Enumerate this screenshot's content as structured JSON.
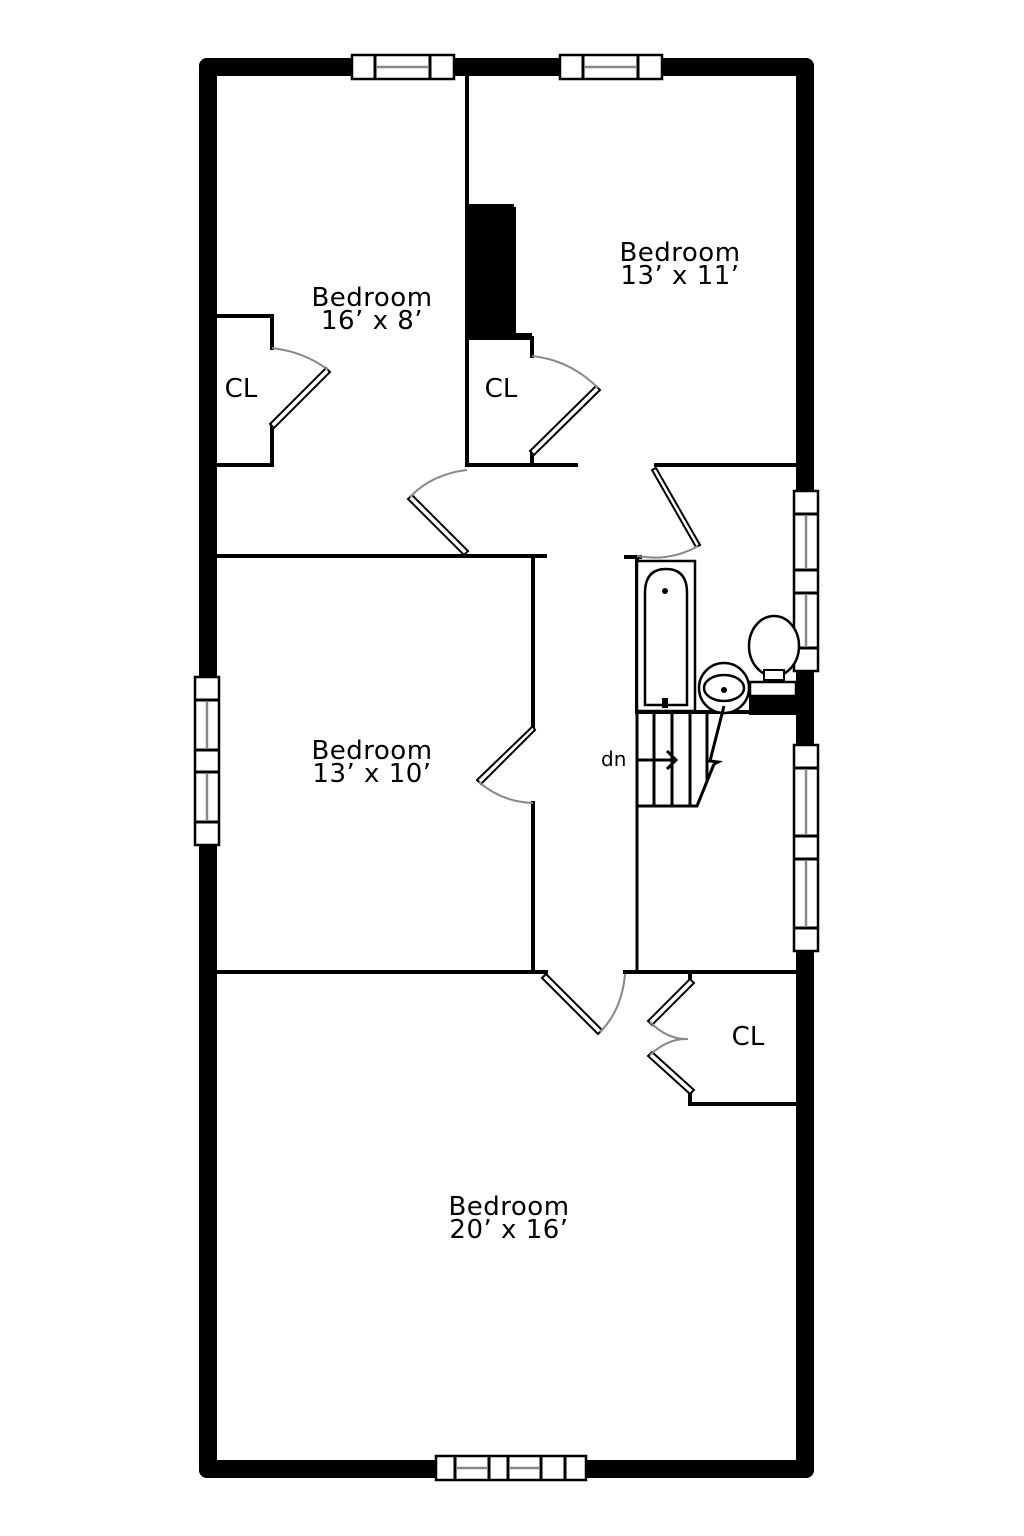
{
  "floor_plan": {
    "rooms": [
      {
        "id": "bedroom-1",
        "name": "Bedroom",
        "dimensions": "16’ x 8’"
      },
      {
        "id": "bedroom-2",
        "name": "Bedroom",
        "dimensions": "13’ x 11’"
      },
      {
        "id": "bedroom-3",
        "name": "Bedroom",
        "dimensions": "13’ x 10’"
      },
      {
        "id": "bedroom-4",
        "name": "Bedroom",
        "dimensions": "20’ x 16’"
      }
    ],
    "closets": [
      {
        "id": "closet-1",
        "label": "CL"
      },
      {
        "id": "closet-2",
        "label": "CL"
      },
      {
        "id": "closet-3",
        "label": "CL"
      }
    ],
    "stairs": {
      "label": "dn"
    }
  }
}
